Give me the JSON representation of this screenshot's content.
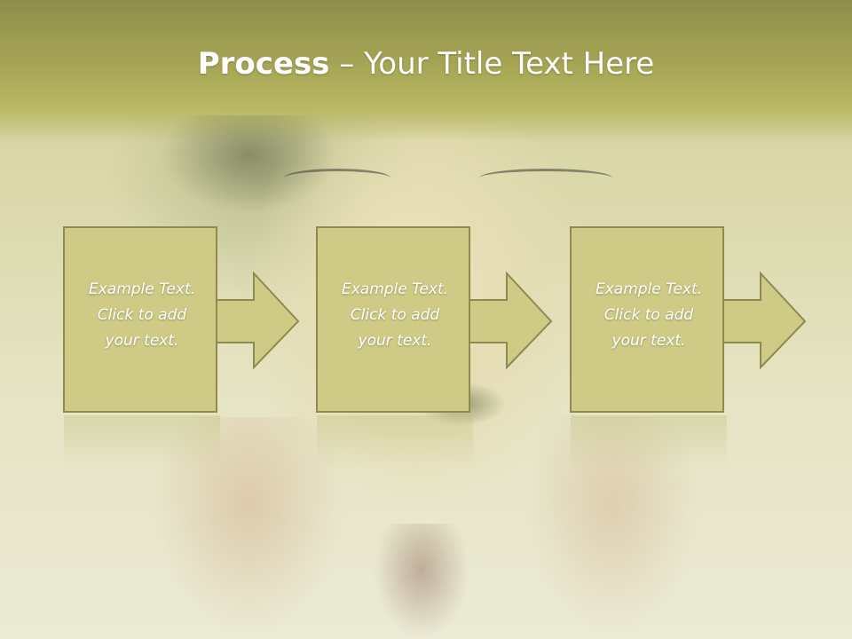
{
  "title": {
    "bold": "Process",
    "rest": " – Your Title Text Here"
  },
  "steps": [
    {
      "text": "Example Text.\nClick  to add\nyour text."
    },
    {
      "text": "Example Text.\nClick  to add\nyour text."
    },
    {
      "text": "Example Text.\nClick  to add\nyour text."
    }
  ],
  "colors": {
    "box_fill": "#cfcb86",
    "box_stroke": "#8d8b50",
    "title_band": "#a6a555",
    "text": "#ffffff"
  },
  "icons": {
    "arrow": "right-arrow-icon"
  }
}
